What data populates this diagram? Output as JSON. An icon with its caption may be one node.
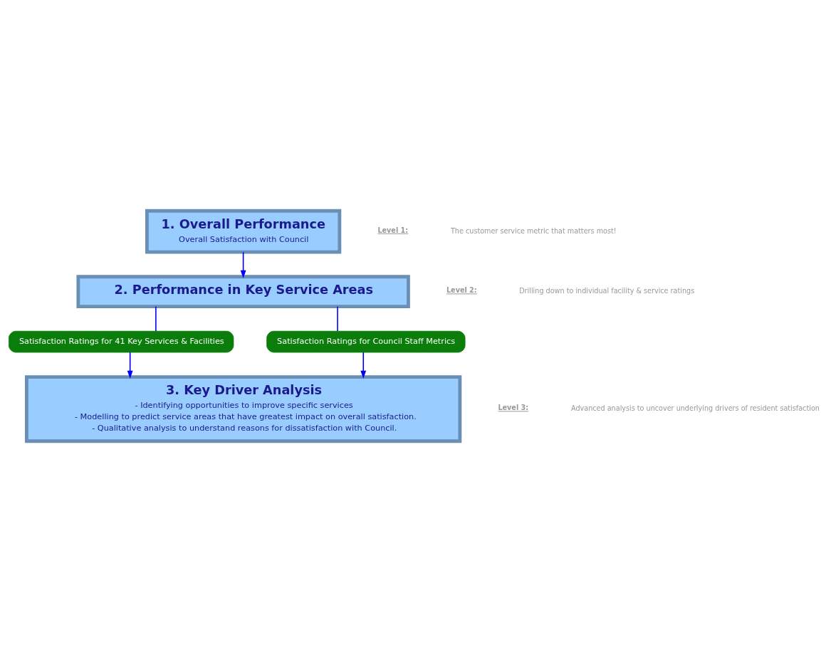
{
  "diagram": {
    "nodes": [
      {
        "text": [
          "1. Overall Performance",
          "Overall Satisfaction with Council"
        ]
      },
      {
        "text": [
          "2. Performance in Key Service Areas"
        ]
      },
      {
        "text": [
          "Satisfaction Ratings for 41 Key Services & Facilities"
        ]
      },
      {
        "text": [
          "Satisfaction Ratings for Council Staff Metrics"
        ]
      },
      {
        "text": [
          "3. Key Driver Analysis",
          "- Identifying opportunities to improve specific services",
          "- Modelling to predict service areas that have greatest impact on overall satisfaction.",
          "- Qualitative analysis to understand reasons for dissatisfaction with Council."
        ]
      }
    ],
    "edges": [
      {
        "from": 0,
        "to": 1,
        "arrow": "to"
      },
      {
        "from": 1,
        "to": 2,
        "arrow": "none"
      },
      {
        "from": 1,
        "to": 3,
        "arrow": "none"
      },
      {
        "from": 2,
        "to": 4,
        "arrow": "to"
      },
      {
        "from": 3,
        "to": 4,
        "arrow": "to"
      }
    ],
    "labels": [
      "Level 1:",
      "The customer service metric that matters most!",
      "Level 2:",
      "Drilling down to individual facility & service ratings",
      "Level 3:",
      "Advanced analysis to uncover underlying drivers of resident satisfaction"
    ]
  }
}
